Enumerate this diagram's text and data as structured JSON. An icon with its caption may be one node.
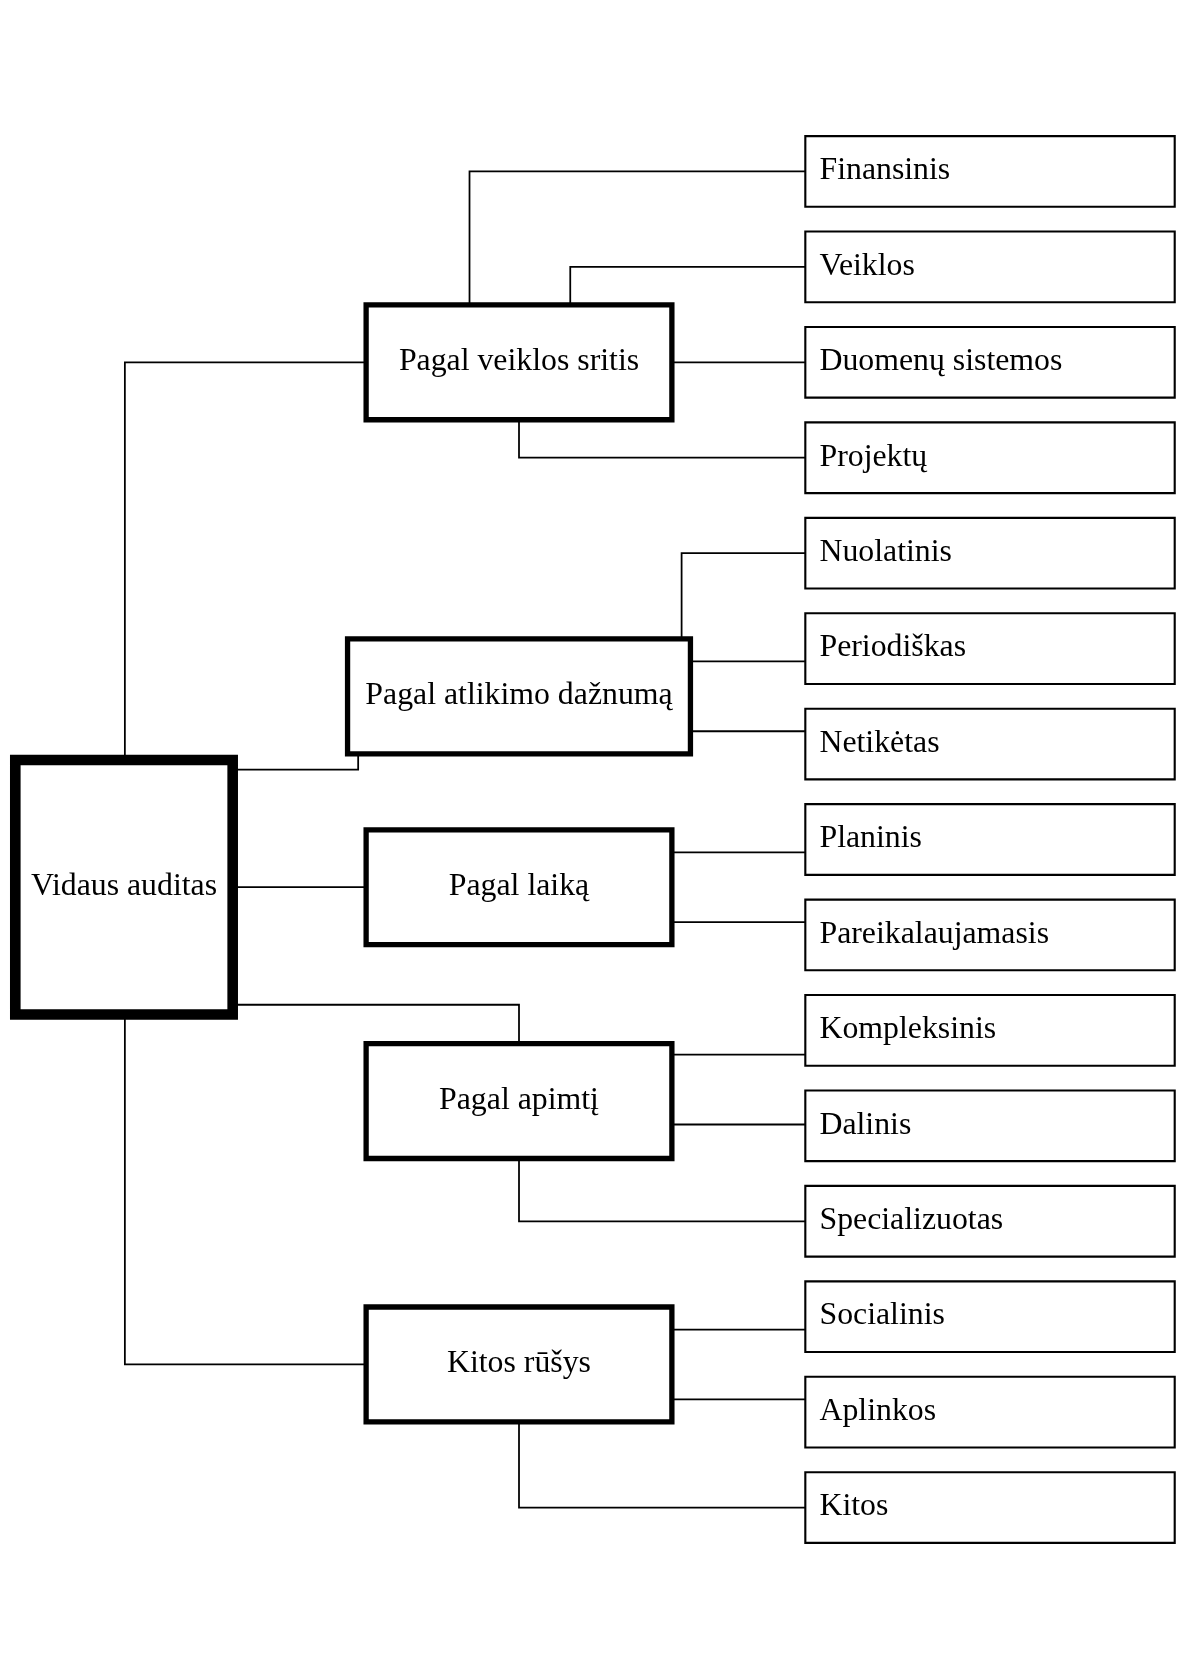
{
  "diagram": {
    "nodes": [
      {
        "text": [
          "Vidaus auditas"
        ]
      },
      {
        "text": [
          "Pagal veiklos sritis"
        ]
      },
      {
        "text": [
          "Finansinis"
        ]
      },
      {
        "text": [
          "Veiklos"
        ]
      },
      {
        "text": [
          "Duomenų sistemos"
        ]
      },
      {
        "text": [
          "Projektų"
        ]
      },
      {
        "text": [
          "Pagal atlikimo dažnumą"
        ]
      },
      {
        "text": [
          "Nuolatinis"
        ]
      },
      {
        "text": [
          "Periodiškas"
        ]
      },
      {
        "text": [
          "Netikėtas"
        ]
      },
      {
        "text": [
          "Pagal laiką"
        ]
      },
      {
        "text": [
          "Planinis"
        ]
      },
      {
        "text": [
          "Pareikalaujamasis"
        ]
      },
      {
        "text": [
          "Pagal apimtį"
        ]
      },
      {
        "text": [
          "Kompleksinis"
        ]
      },
      {
        "text": [
          "Dalinis"
        ]
      },
      {
        "text": [
          "Specializuotas"
        ]
      },
      {
        "text": [
          "Kitos rūšys"
        ]
      },
      {
        "text": [
          "Socialinis"
        ]
      },
      {
        "text": [
          "Aplinkos"
        ]
      },
      {
        "text": [
          "Kitos"
        ]
      }
    ],
    "edges": [
      {
        "from": 0,
        "to": 1,
        "arrow": "none"
      },
      {
        "from": 0,
        "to": 6,
        "arrow": "none"
      },
      {
        "from": 0,
        "to": 10,
        "arrow": "none"
      },
      {
        "from": 0,
        "to": 13,
        "arrow": "none"
      },
      {
        "from": 0,
        "to": 17,
        "arrow": "none"
      },
      {
        "from": 1,
        "to": 2,
        "arrow": "none"
      },
      {
        "from": 1,
        "to": 3,
        "arrow": "none"
      },
      {
        "from": 1,
        "to": 4,
        "arrow": "none"
      },
      {
        "from": 1,
        "to": 5,
        "arrow": "none"
      },
      {
        "from": 6,
        "to": 7,
        "arrow": "none"
      },
      {
        "from": 6,
        "to": 8,
        "arrow": "none"
      },
      {
        "from": 6,
        "to": 9,
        "arrow": "none"
      },
      {
        "from": 10,
        "to": 11,
        "arrow": "none"
      },
      {
        "from": 10,
        "to": 12,
        "arrow": "none"
      },
      {
        "from": 13,
        "to": 14,
        "arrow": "none"
      },
      {
        "from": 13,
        "to": 15,
        "arrow": "none"
      },
      {
        "from": 13,
        "to": 16,
        "arrow": "none"
      },
      {
        "from": 17,
        "to": 18,
        "arrow": "none"
      },
      {
        "from": 17,
        "to": 19,
        "arrow": "none"
      },
      {
        "from": 17,
        "to": 20,
        "arrow": "none"
      }
    ]
  }
}
